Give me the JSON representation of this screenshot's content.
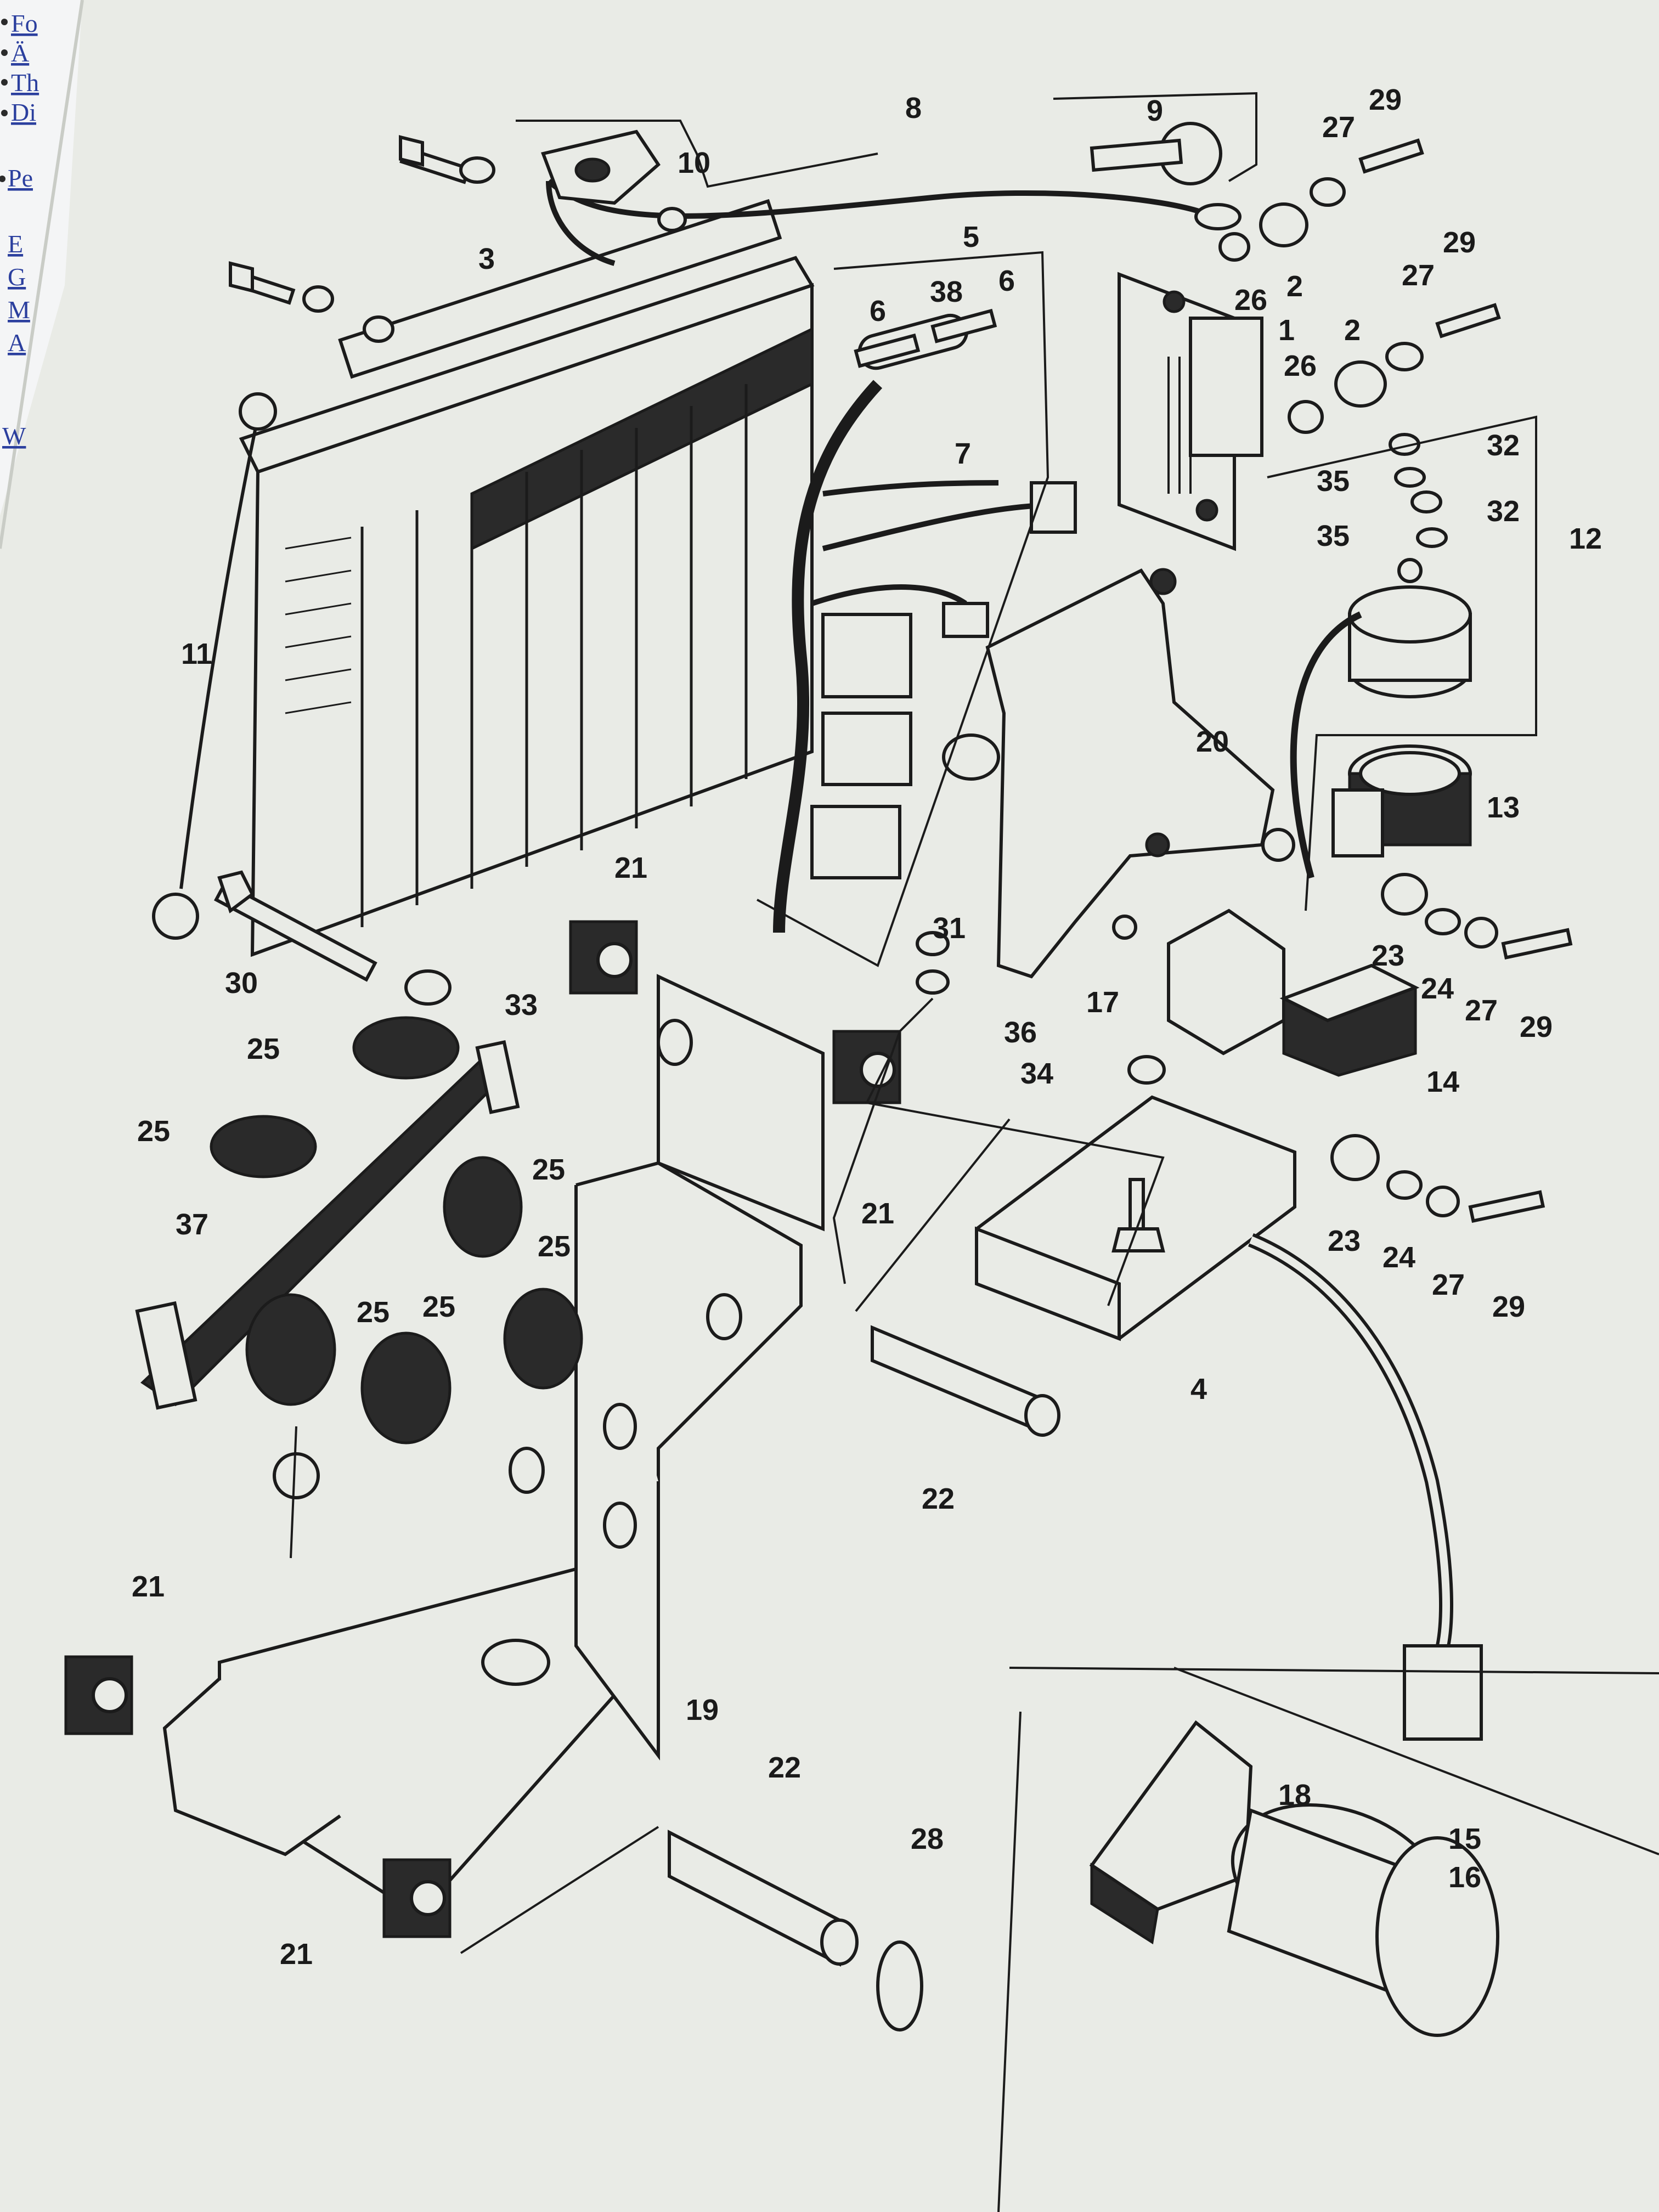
{
  "page": {
    "paper_color": "#e9ebe6",
    "ink_color": "#1b1b1b",
    "left_edge_links": [
      "Fo",
      "Ä",
      "Th",
      "Di",
      "Pe",
      "E",
      "G",
      "M",
      "A",
      "W"
    ]
  },
  "labels": [
    {
      "id": "l-29-a",
      "text": "29"
    },
    {
      "id": "l-9",
      "text": "9"
    },
    {
      "id": "l-8",
      "text": "8"
    },
    {
      "id": "l-27-a",
      "text": "27"
    },
    {
      "id": "l-10",
      "text": "10"
    },
    {
      "id": "l-3",
      "text": "3"
    },
    {
      "id": "l-5",
      "text": "5"
    },
    {
      "id": "l-29-b",
      "text": "29"
    },
    {
      "id": "l-26-a",
      "text": "26"
    },
    {
      "id": "l-2-a",
      "text": "2"
    },
    {
      "id": "l-27-b",
      "text": "27"
    },
    {
      "id": "l-6-a",
      "text": "6"
    },
    {
      "id": "l-38",
      "text": "38"
    },
    {
      "id": "l-6-b",
      "text": "6"
    },
    {
      "id": "l-1",
      "text": "1"
    },
    {
      "id": "l-26-b",
      "text": "26"
    },
    {
      "id": "l-2-b",
      "text": "2"
    },
    {
      "id": "l-32-a",
      "text": "32"
    },
    {
      "id": "l-35-a",
      "text": "35"
    },
    {
      "id": "l-32-b",
      "text": "32"
    },
    {
      "id": "l-35-b",
      "text": "35"
    },
    {
      "id": "l-12",
      "text": "12"
    },
    {
      "id": "l-7",
      "text": "7"
    },
    {
      "id": "l-11",
      "text": "11"
    },
    {
      "id": "l-20",
      "text": "20"
    },
    {
      "id": "l-13",
      "text": "13"
    },
    {
      "id": "l-23-a",
      "text": "23"
    },
    {
      "id": "l-24-a",
      "text": "24"
    },
    {
      "id": "l-27-c",
      "text": "27"
    },
    {
      "id": "l-29-c",
      "text": "29"
    },
    {
      "id": "l-21-a",
      "text": "21"
    },
    {
      "id": "l-31",
      "text": "31"
    },
    {
      "id": "l-30",
      "text": "30"
    },
    {
      "id": "l-33",
      "text": "33"
    },
    {
      "id": "l-36",
      "text": "36"
    },
    {
      "id": "l-17",
      "text": "17"
    },
    {
      "id": "l-25-a",
      "text": "25"
    },
    {
      "id": "l-34",
      "text": "34"
    },
    {
      "id": "l-14",
      "text": "14"
    },
    {
      "id": "l-25-b",
      "text": "25"
    },
    {
      "id": "l-21-b",
      "text": "21"
    },
    {
      "id": "l-25-c",
      "text": "25"
    },
    {
      "id": "l-23-b",
      "text": "23"
    },
    {
      "id": "l-24-b",
      "text": "24"
    },
    {
      "id": "l-27-d",
      "text": "27"
    },
    {
      "id": "l-29-d",
      "text": "29"
    },
    {
      "id": "l-37",
      "text": "37"
    },
    {
      "id": "l-25-d",
      "text": "25"
    },
    {
      "id": "l-25-e",
      "text": "25"
    },
    {
      "id": "l-25-f",
      "text": "25"
    },
    {
      "id": "l-4",
      "text": "4"
    },
    {
      "id": "l-22-a",
      "text": "22"
    },
    {
      "id": "l-21-c",
      "text": "21"
    },
    {
      "id": "l-19",
      "text": "19"
    },
    {
      "id": "l-22-b",
      "text": "22"
    },
    {
      "id": "l-28",
      "text": "28"
    },
    {
      "id": "l-18",
      "text": "18"
    },
    {
      "id": "l-15",
      "text": "15"
    },
    {
      "id": "l-16",
      "text": "16"
    },
    {
      "id": "l-21-d",
      "text": "21"
    }
  ]
}
